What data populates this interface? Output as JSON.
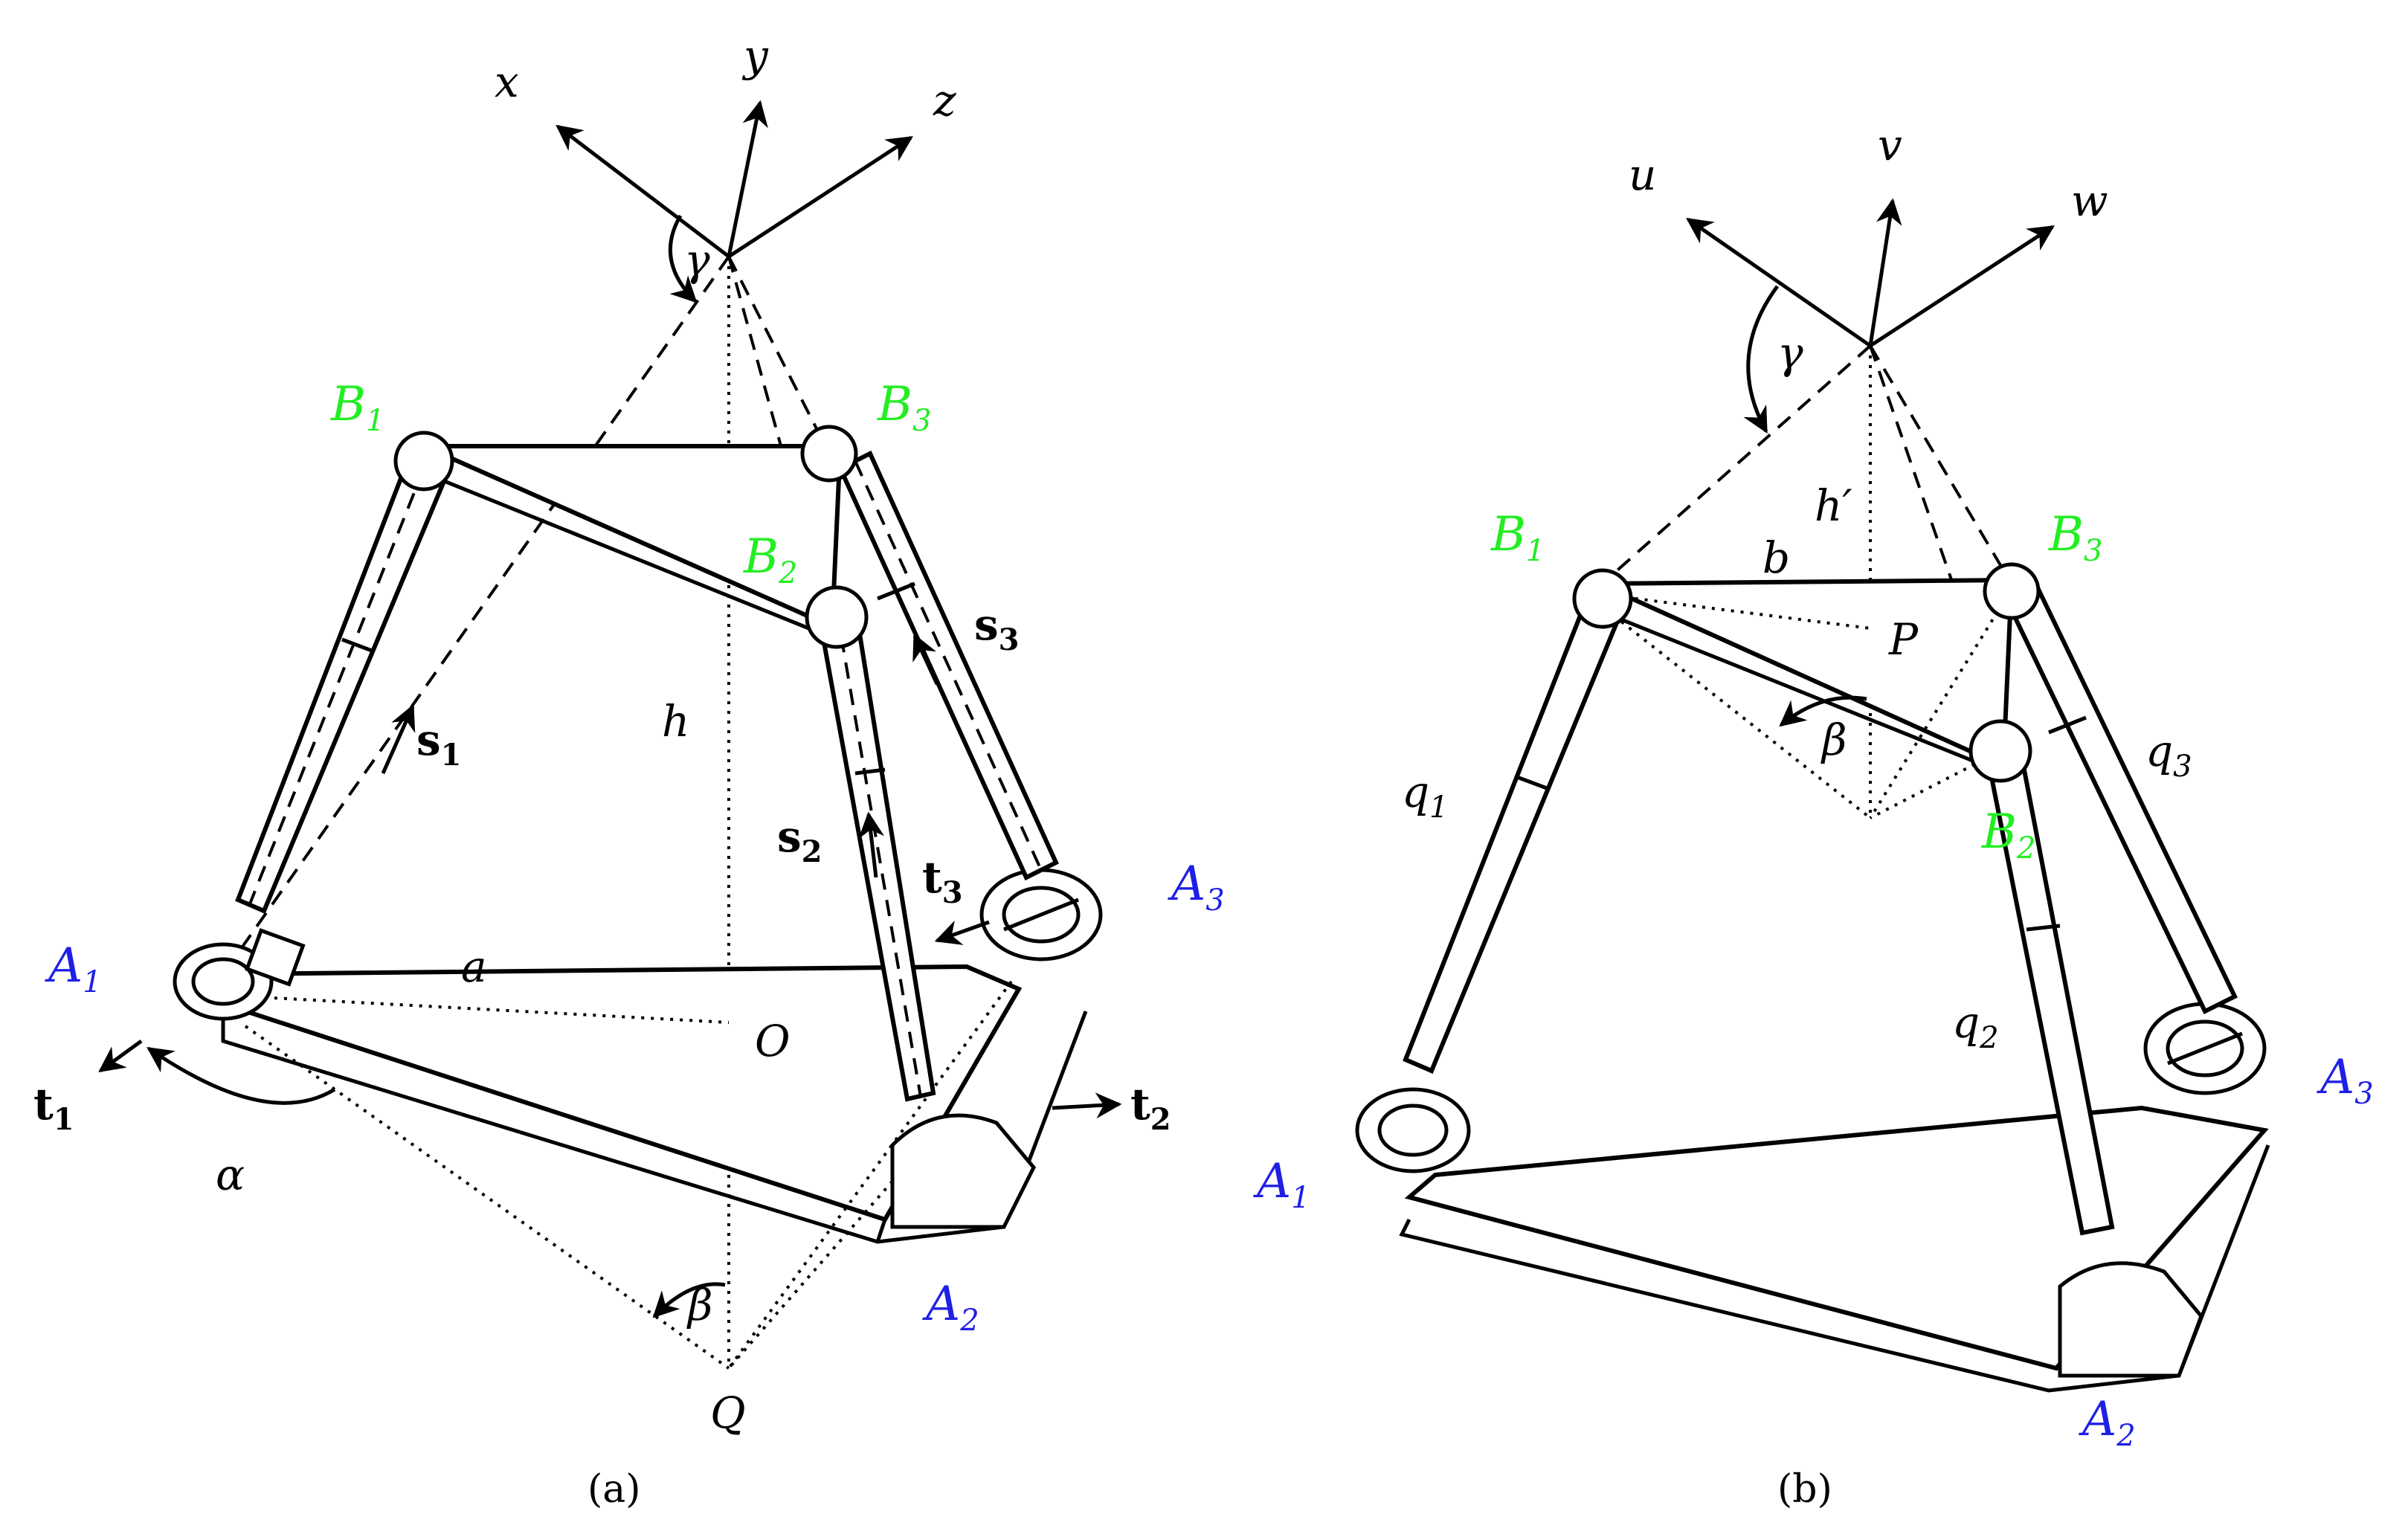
{
  "colors": {
    "base_label": "#1f1fe6",
    "platform_label": "#22ee22",
    "line": "#000000"
  },
  "panel_a": {
    "caption": "(a)",
    "axes": {
      "x": "x",
      "y": "y",
      "z": "z"
    },
    "angle_gamma": "γ",
    "angle_alpha": "α",
    "angle_beta": "β",
    "height": "h",
    "side": "a",
    "center": "O",
    "apex_bottom": "Q",
    "base": {
      "a1": "A",
      "a2": "A",
      "a3": "A",
      "i1": "1",
      "i2": "2",
      "i3": "3"
    },
    "platform": {
      "b1": "B",
      "b2": "B",
      "b3": "B",
      "i1": "1",
      "i2": "2",
      "i3": "3"
    },
    "vectors": {
      "s": "s",
      "t": "t",
      "s1": "1",
      "s2": "2",
      "s3": "3",
      "t1": "1",
      "t2": "2",
      "t3": "3"
    }
  },
  "panel_b": {
    "caption": "(b)",
    "axes": {
      "u": "u",
      "v": "v",
      "w": "w"
    },
    "angle_gamma": "γ",
    "angle_beta": "β",
    "height": "h′",
    "side": "b",
    "center": "P",
    "base": {
      "a1": "A",
      "a2": "A",
      "a3": "A",
      "i1": "1",
      "i2": "2",
      "i3": "3"
    },
    "platform": {
      "b1": "B",
      "b2": "B",
      "b3": "B",
      "i1": "1",
      "i2": "2",
      "i3": "3"
    },
    "legs": {
      "q": "q",
      "q1": "1",
      "q2": "2",
      "q3": "3"
    }
  }
}
